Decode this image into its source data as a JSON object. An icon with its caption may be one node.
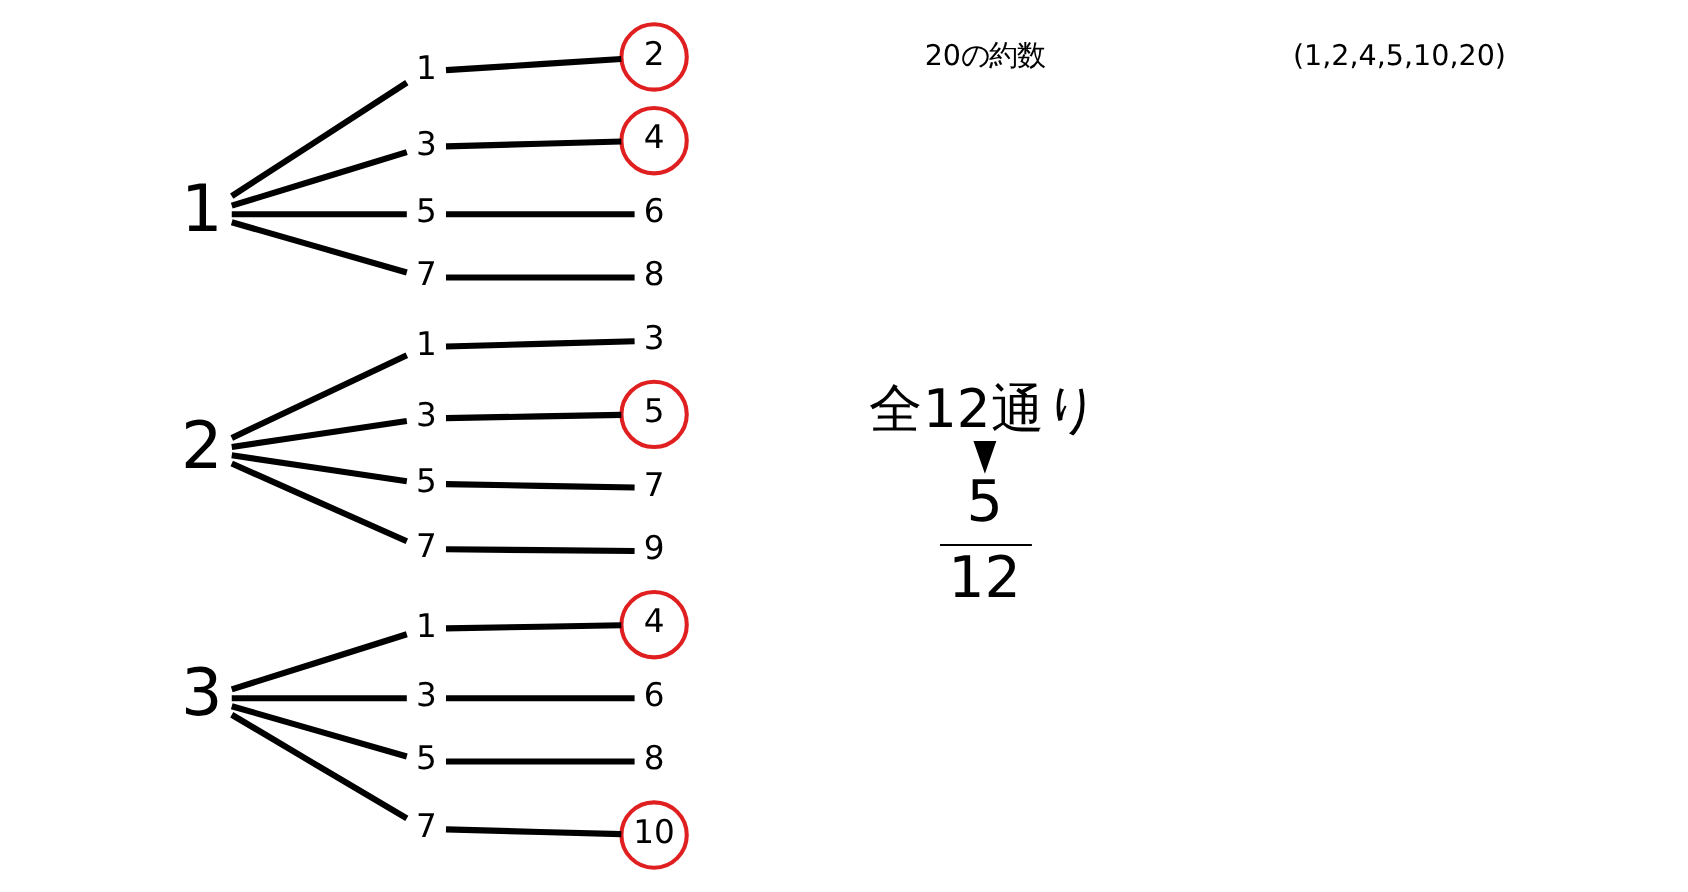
{
  "diagram": {
    "nodes": [
      {
        "text": [
          "1"
        ]
      },
      {
        "text": [
          "1"
        ]
      },
      {
        "text": [
          "3"
        ]
      },
      {
        "text": [
          "5"
        ]
      },
      {
        "text": [
          "7"
        ]
      },
      {
        "text": [
          "2"
        ]
      },
      {
        "text": [
          "4"
        ]
      },
      {
        "text": [
          "6"
        ]
      },
      {
        "text": [
          "8"
        ]
      },
      {
        "text": [
          "2"
        ]
      },
      {
        "text": [
          "1"
        ]
      },
      {
        "text": [
          "3"
        ]
      },
      {
        "text": [
          "5"
        ]
      },
      {
        "text": [
          "7"
        ]
      },
      {
        "text": [
          "3"
        ]
      },
      {
        "text": [
          "5"
        ]
      },
      {
        "text": [
          "7"
        ]
      },
      {
        "text": [
          "9"
        ]
      },
      {
        "text": [
          "3"
        ]
      },
      {
        "text": [
          "1"
        ]
      },
      {
        "text": [
          "3"
        ]
      },
      {
        "text": [
          "5"
        ]
      },
      {
        "text": [
          "7"
        ]
      },
      {
        "text": [
          "4"
        ]
      },
      {
        "text": [
          "6"
        ]
      },
      {
        "text": [
          "8"
        ]
      },
      {
        "text": [
          "10"
        ]
      },
      {
        "text": [
          "全12通り"
        ]
      },
      {
        "text": [
          "5",
          "12"
        ]
      }
    ],
    "edges": [
      {
        "from": 0,
        "to": 1,
        "arrow": "none"
      },
      {
        "from": 0,
        "to": 2,
        "arrow": "none"
      },
      {
        "from": 0,
        "to": 3,
        "arrow": "none"
      },
      {
        "from": 0,
        "to": 4,
        "arrow": "none"
      },
      {
        "from": 1,
        "to": 5,
        "arrow": "none"
      },
      {
        "from": 2,
        "to": 6,
        "arrow": "none"
      },
      {
        "from": 3,
        "to": 7,
        "arrow": "none"
      },
      {
        "from": 4,
        "to": 8,
        "arrow": "none"
      },
      {
        "from": 9,
        "to": 10,
        "arrow": "none"
      },
      {
        "from": 9,
        "to": 11,
        "arrow": "none"
      },
      {
        "from": 9,
        "to": 12,
        "arrow": "none"
      },
      {
        "from": 9,
        "to": 13,
        "arrow": "none"
      },
      {
        "from": 10,
        "to": 14,
        "arrow": "none"
      },
      {
        "from": 11,
        "to": 15,
        "arrow": "none"
      },
      {
        "from": 12,
        "to": 16,
        "arrow": "none"
      },
      {
        "from": 13,
        "to": 17,
        "arrow": "none"
      },
      {
        "from": 18,
        "to": 19,
        "arrow": "none"
      },
      {
        "from": 18,
        "to": 20,
        "arrow": "none"
      },
      {
        "from": 18,
        "to": 21,
        "arrow": "none"
      },
      {
        "from": 18,
        "to": 22,
        "arrow": "none"
      },
      {
        "from": 19,
        "to": 23,
        "arrow": "none"
      },
      {
        "from": 20,
        "to": 24,
        "arrow": "none"
      },
      {
        "from": 21,
        "to": 25,
        "arrow": "none"
      },
      {
        "from": 22,
        "to": 26,
        "arrow": "none"
      },
      {
        "from": 27,
        "to": 28,
        "arrow": "to"
      }
    ],
    "labels": [
      "20の約数",
      "(1,2,4,5,10,20)"
    ]
  }
}
